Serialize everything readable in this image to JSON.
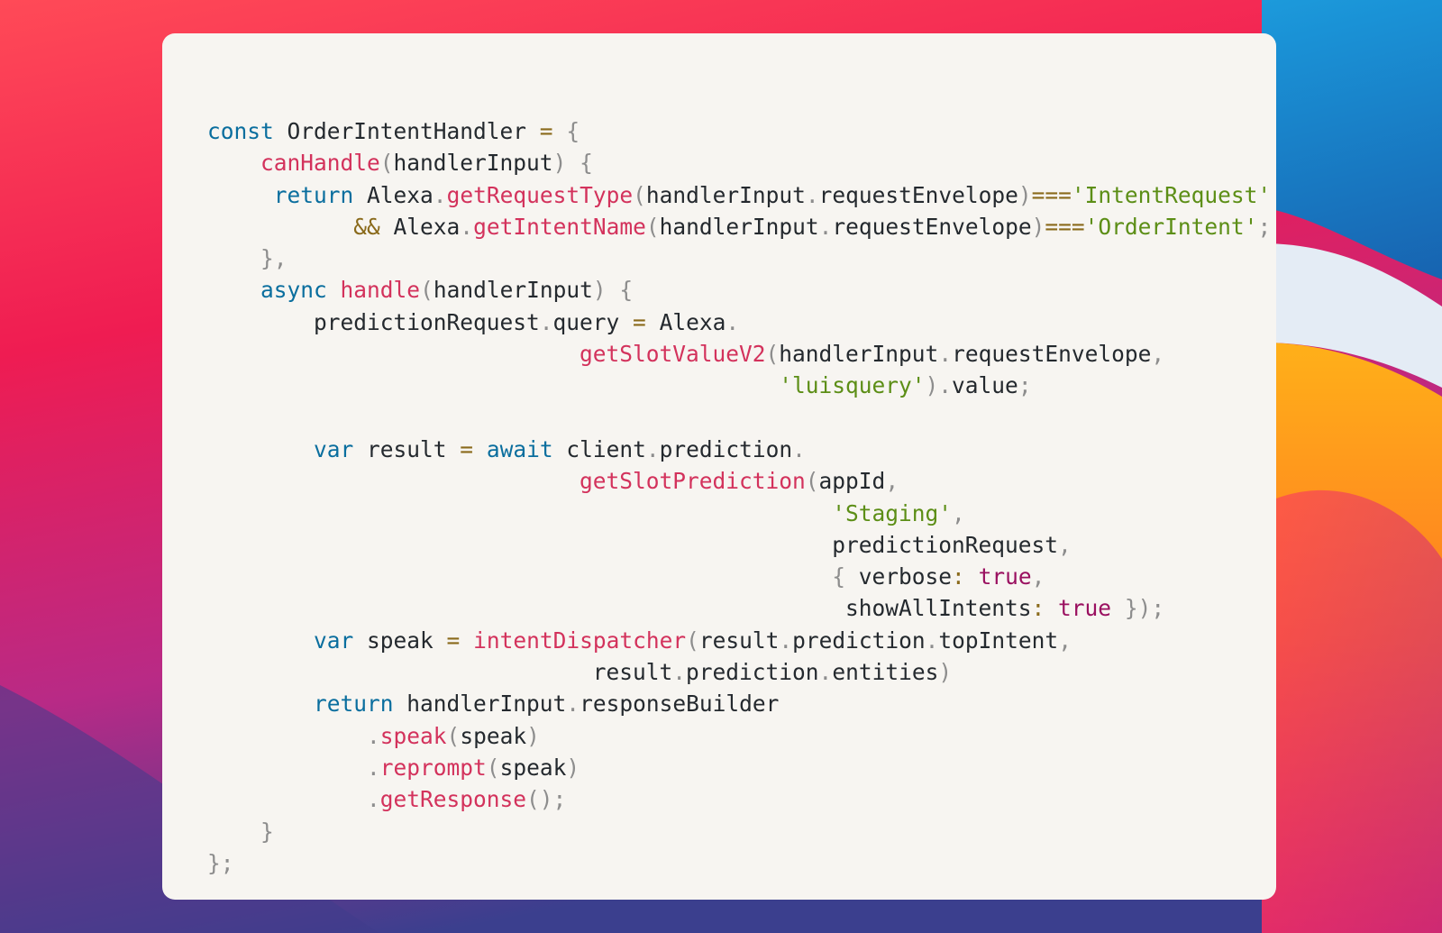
{
  "colors": {
    "keyword": "#0a6e9e",
    "function": "#d3325c",
    "string": "#5c8e16",
    "boolean": "#9a1060",
    "operator": "#8a6a1b",
    "punctuation": "#8d8d8d",
    "text": "#24292e",
    "card_background": "#f7f5f1"
  },
  "code": {
    "language": "javascript",
    "lines": [
      [
        {
          "t": "keyword",
          "v": "const"
        },
        {
          "t": "ident",
          "v": " OrderIntentHandler "
        },
        {
          "t": "operator",
          "v": "="
        },
        {
          "t": "ident",
          "v": " "
        },
        {
          "t": "punct",
          "v": "{"
        }
      ],
      [
        {
          "t": "ident",
          "v": "    "
        },
        {
          "t": "function",
          "v": "canHandle"
        },
        {
          "t": "punct",
          "v": "("
        },
        {
          "t": "ident",
          "v": "handlerInput"
        },
        {
          "t": "punct",
          "v": ")"
        },
        {
          "t": "ident",
          "v": " "
        },
        {
          "t": "punct",
          "v": "{"
        }
      ],
      [
        {
          "t": "ident",
          "v": "     "
        },
        {
          "t": "keyword",
          "v": "return"
        },
        {
          "t": "ident",
          "v": " Alexa"
        },
        {
          "t": "punct",
          "v": "."
        },
        {
          "t": "function",
          "v": "getRequestType"
        },
        {
          "t": "punct",
          "v": "("
        },
        {
          "t": "ident",
          "v": "handlerInput"
        },
        {
          "t": "punct",
          "v": "."
        },
        {
          "t": "ident",
          "v": "requestEnvelope"
        },
        {
          "t": "punct",
          "v": ")"
        },
        {
          "t": "operator",
          "v": "==="
        },
        {
          "t": "string",
          "v": "'IntentRequest'"
        }
      ],
      [
        {
          "t": "ident",
          "v": "           "
        },
        {
          "t": "operator",
          "v": "&&"
        },
        {
          "t": "ident",
          "v": " Alexa"
        },
        {
          "t": "punct",
          "v": "."
        },
        {
          "t": "function",
          "v": "getIntentName"
        },
        {
          "t": "punct",
          "v": "("
        },
        {
          "t": "ident",
          "v": "handlerInput"
        },
        {
          "t": "punct",
          "v": "."
        },
        {
          "t": "ident",
          "v": "requestEnvelope"
        },
        {
          "t": "punct",
          "v": ")"
        },
        {
          "t": "operator",
          "v": "==="
        },
        {
          "t": "string",
          "v": "'OrderIntent'"
        },
        {
          "t": "punct",
          "v": ";"
        }
      ],
      [
        {
          "t": "ident",
          "v": "    "
        },
        {
          "t": "punct",
          "v": "},"
        }
      ],
      [
        {
          "t": "ident",
          "v": "    "
        },
        {
          "t": "keyword",
          "v": "async"
        },
        {
          "t": "ident",
          "v": " "
        },
        {
          "t": "function",
          "v": "handle"
        },
        {
          "t": "punct",
          "v": "("
        },
        {
          "t": "ident",
          "v": "handlerInput"
        },
        {
          "t": "punct",
          "v": ")"
        },
        {
          "t": "ident",
          "v": " "
        },
        {
          "t": "punct",
          "v": "{"
        }
      ],
      [
        {
          "t": "ident",
          "v": "        predictionRequest"
        },
        {
          "t": "punct",
          "v": "."
        },
        {
          "t": "ident",
          "v": "query "
        },
        {
          "t": "operator",
          "v": "="
        },
        {
          "t": "ident",
          "v": " Alexa"
        },
        {
          "t": "punct",
          "v": "."
        }
      ],
      [
        {
          "t": "ident",
          "v": "                            "
        },
        {
          "t": "function",
          "v": "getSlotValueV2"
        },
        {
          "t": "punct",
          "v": "("
        },
        {
          "t": "ident",
          "v": "handlerInput"
        },
        {
          "t": "punct",
          "v": "."
        },
        {
          "t": "ident",
          "v": "requestEnvelope"
        },
        {
          "t": "punct",
          "v": ","
        }
      ],
      [
        {
          "t": "ident",
          "v": "                                           "
        },
        {
          "t": "string",
          "v": "'luisquery'"
        },
        {
          "t": "punct",
          "v": ")."
        },
        {
          "t": "ident",
          "v": "value"
        },
        {
          "t": "punct",
          "v": ";"
        }
      ],
      [],
      [
        {
          "t": "ident",
          "v": "        "
        },
        {
          "t": "keyword",
          "v": "var"
        },
        {
          "t": "ident",
          "v": " result "
        },
        {
          "t": "operator",
          "v": "="
        },
        {
          "t": "ident",
          "v": " "
        },
        {
          "t": "keyword",
          "v": "await"
        },
        {
          "t": "ident",
          "v": " client"
        },
        {
          "t": "punct",
          "v": "."
        },
        {
          "t": "ident",
          "v": "prediction"
        },
        {
          "t": "punct",
          "v": "."
        }
      ],
      [
        {
          "t": "ident",
          "v": "                            "
        },
        {
          "t": "function",
          "v": "getSlotPrediction"
        },
        {
          "t": "punct",
          "v": "("
        },
        {
          "t": "ident",
          "v": "appId"
        },
        {
          "t": "punct",
          "v": ","
        }
      ],
      [
        {
          "t": "ident",
          "v": "                                               "
        },
        {
          "t": "string",
          "v": "'Staging'"
        },
        {
          "t": "punct",
          "v": ","
        }
      ],
      [
        {
          "t": "ident",
          "v": "                                               predictionRequest"
        },
        {
          "t": "punct",
          "v": ","
        }
      ],
      [
        {
          "t": "ident",
          "v": "                                               "
        },
        {
          "t": "punct",
          "v": "{"
        },
        {
          "t": "ident",
          "v": " verbose"
        },
        {
          "t": "operator",
          "v": ":"
        },
        {
          "t": "ident",
          "v": " "
        },
        {
          "t": "boolean",
          "v": "true"
        },
        {
          "t": "punct",
          "v": ","
        }
      ],
      [
        {
          "t": "ident",
          "v": "                                                showAllIntents"
        },
        {
          "t": "operator",
          "v": ":"
        },
        {
          "t": "ident",
          "v": " "
        },
        {
          "t": "boolean",
          "v": "true"
        },
        {
          "t": "ident",
          "v": " "
        },
        {
          "t": "punct",
          "v": "});"
        }
      ],
      [
        {
          "t": "ident",
          "v": "        "
        },
        {
          "t": "keyword",
          "v": "var"
        },
        {
          "t": "ident",
          "v": " speak "
        },
        {
          "t": "operator",
          "v": "="
        },
        {
          "t": "ident",
          "v": " "
        },
        {
          "t": "function",
          "v": "intentDispatcher"
        },
        {
          "t": "punct",
          "v": "("
        },
        {
          "t": "ident",
          "v": "result"
        },
        {
          "t": "punct",
          "v": "."
        },
        {
          "t": "ident",
          "v": "prediction"
        },
        {
          "t": "punct",
          "v": "."
        },
        {
          "t": "ident",
          "v": "topIntent"
        },
        {
          "t": "punct",
          "v": ","
        }
      ],
      [
        {
          "t": "ident",
          "v": "                             result"
        },
        {
          "t": "punct",
          "v": "."
        },
        {
          "t": "ident",
          "v": "prediction"
        },
        {
          "t": "punct",
          "v": "."
        },
        {
          "t": "ident",
          "v": "entities"
        },
        {
          "t": "punct",
          "v": ")"
        }
      ],
      [
        {
          "t": "ident",
          "v": "        "
        },
        {
          "t": "keyword",
          "v": "return"
        },
        {
          "t": "ident",
          "v": " handlerInput"
        },
        {
          "t": "punct",
          "v": "."
        },
        {
          "t": "ident",
          "v": "responseBuilder"
        }
      ],
      [
        {
          "t": "ident",
          "v": "            "
        },
        {
          "t": "punct",
          "v": "."
        },
        {
          "t": "function",
          "v": "speak"
        },
        {
          "t": "punct",
          "v": "("
        },
        {
          "t": "ident",
          "v": "speak"
        },
        {
          "t": "punct",
          "v": ")"
        }
      ],
      [
        {
          "t": "ident",
          "v": "            "
        },
        {
          "t": "punct",
          "v": "."
        },
        {
          "t": "function",
          "v": "reprompt"
        },
        {
          "t": "punct",
          "v": "("
        },
        {
          "t": "ident",
          "v": "speak"
        },
        {
          "t": "punct",
          "v": ")"
        }
      ],
      [
        {
          "t": "ident",
          "v": "            "
        },
        {
          "t": "punct",
          "v": "."
        },
        {
          "t": "function",
          "v": "getResponse"
        },
        {
          "t": "punct",
          "v": "();"
        }
      ],
      [
        {
          "t": "ident",
          "v": "    "
        },
        {
          "t": "punct",
          "v": "}"
        }
      ],
      [
        {
          "t": "punct",
          "v": "};"
        }
      ]
    ]
  }
}
